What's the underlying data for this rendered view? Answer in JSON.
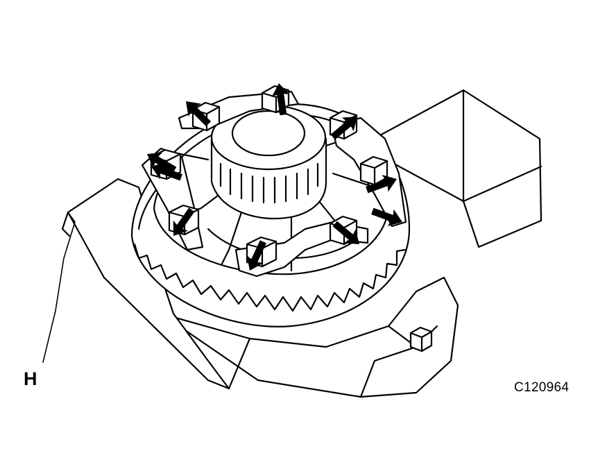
{
  "labels": {
    "view_letter": "H",
    "figure_code": "C120964"
  },
  "callouts": {
    "arrow_count": 10,
    "arrow_color": "#000000"
  },
  "colors": {
    "line": "#000000",
    "background": "#ffffff"
  }
}
